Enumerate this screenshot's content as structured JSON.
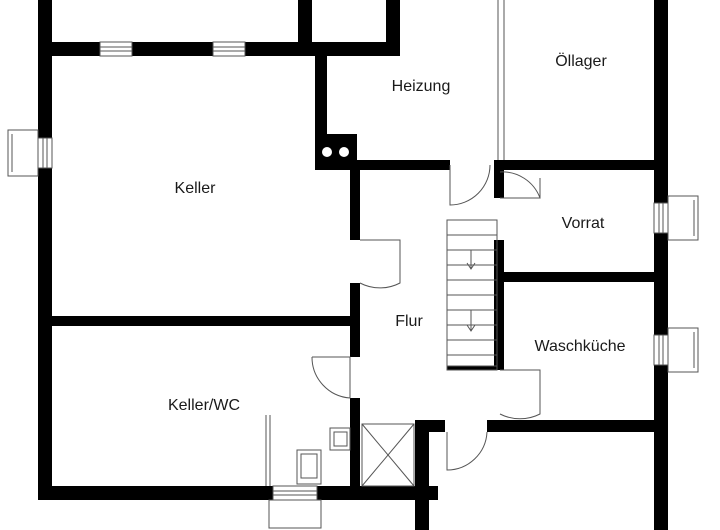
{
  "rooms": {
    "heizung": "Heizung",
    "oellager": "Öllager",
    "keller": "Keller",
    "vorrat": "Vorrat",
    "flur": "Flur",
    "waschkueche": "Waschküche",
    "keller_wc": "Keller/WC"
  },
  "colors": {
    "wall": "#000000",
    "line": "#555555",
    "background": "#ffffff"
  }
}
